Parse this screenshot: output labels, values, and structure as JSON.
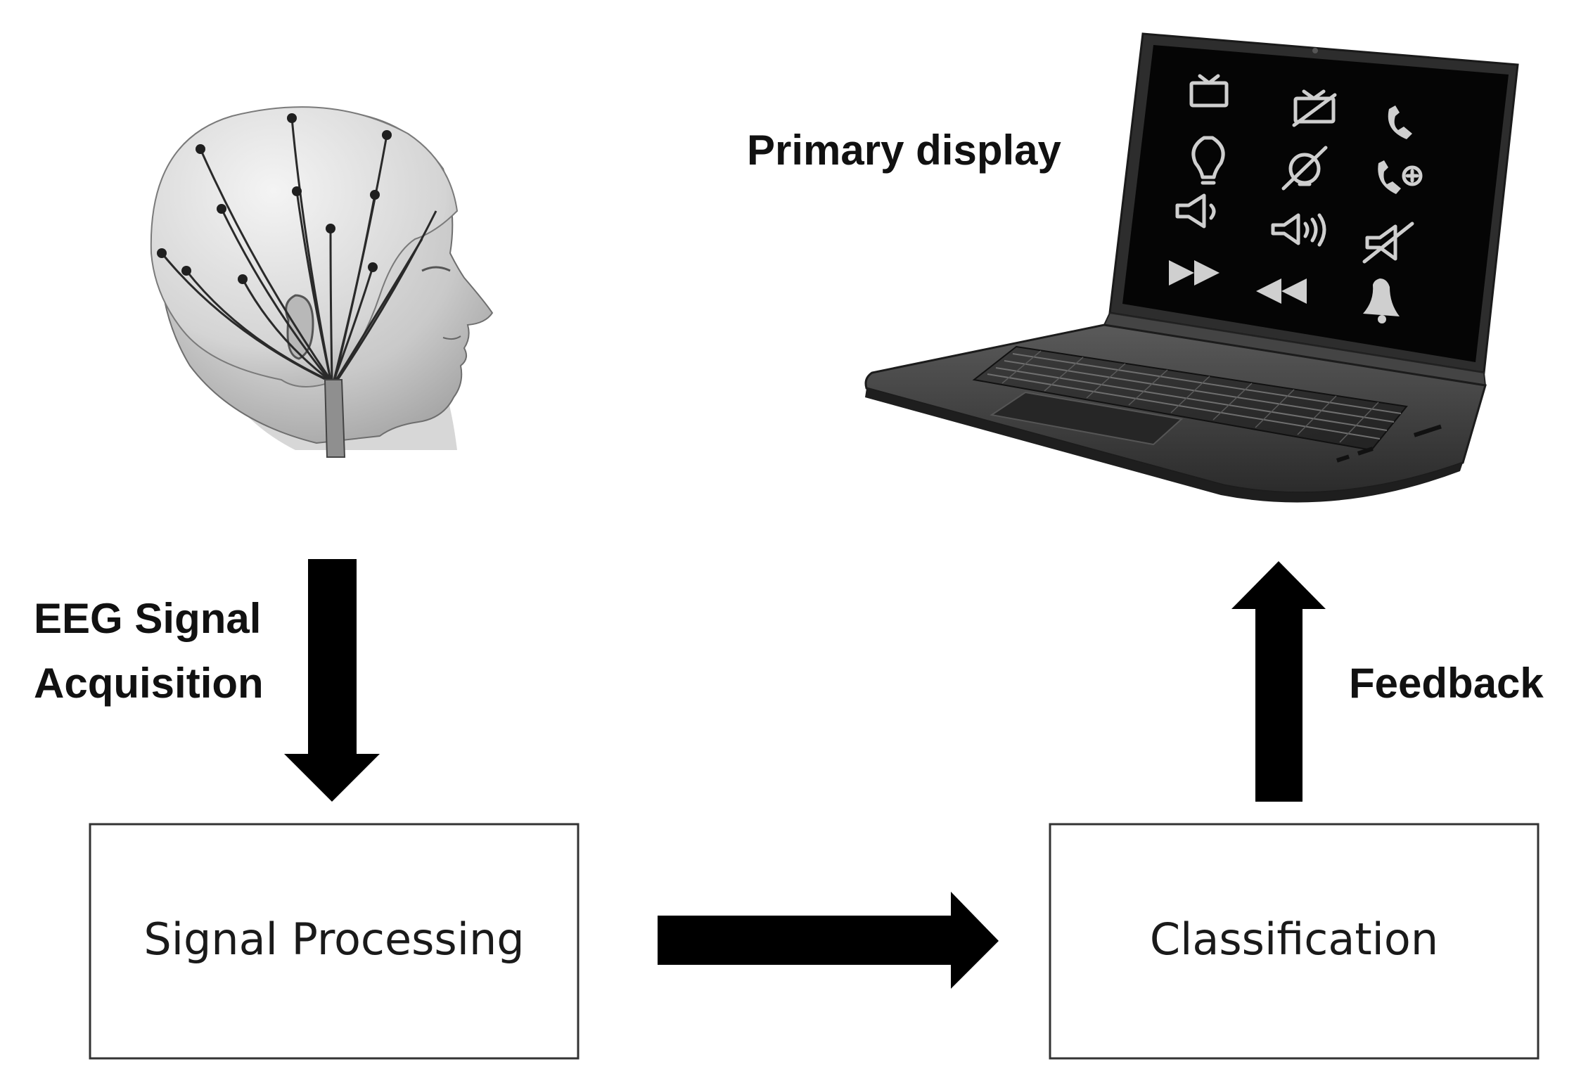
{
  "labels": {
    "primary_display": "Primary display",
    "eeg_line1": "EEG Signal",
    "eeg_line2": "Acquisition",
    "feedback": "Feedback"
  },
  "boxes": {
    "signal_processing": "Signal Processing",
    "classification": "Classification"
  },
  "colors": {
    "arrow": "#000000",
    "box_border": "#333333",
    "screen": "#050505",
    "laptop_body": "#3a3a3a",
    "head_skin": "#cfcfcf"
  },
  "illustrations": {
    "subject": "eeg-electrode-cap-head",
    "device": "laptop-with-control-icons"
  },
  "screen_icons": [
    "tv-icon",
    "tv-off-icon",
    "phone-icon",
    "lightbulb-icon",
    "light-off-icon",
    "phone-add-icon",
    "volume-low-icon",
    "volume-high-icon",
    "volume-mute-icon",
    "fast-forward-icon",
    "rewind-icon",
    "bell-icon"
  ]
}
